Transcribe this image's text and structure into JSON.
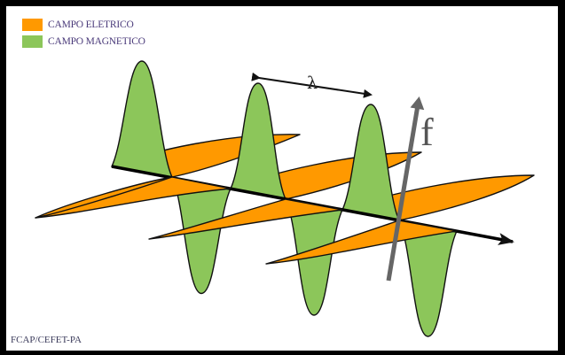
{
  "legend": {
    "electric": {
      "label": "CAMPO ELETRICO",
      "color": "#ff9900"
    },
    "magnetic": {
      "label": "CAMPO MAGNETICO",
      "color": "#8cc65a"
    }
  },
  "labels": {
    "wavelength": "λ",
    "frequency": "f",
    "credit": "FCAP/CEFET-PA"
  },
  "colors": {
    "background": "#000000",
    "panel": "#ffffff",
    "axis": "#000000",
    "frequency_arrow": "#666666",
    "outline": "#111111"
  }
}
